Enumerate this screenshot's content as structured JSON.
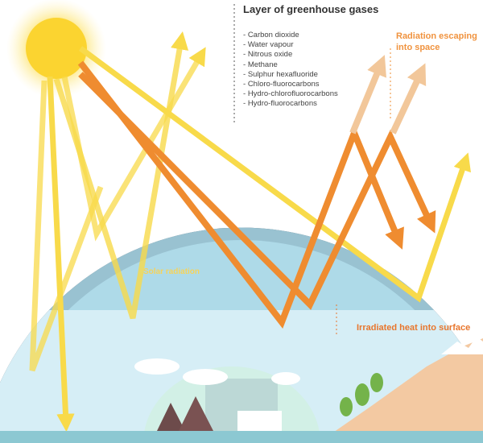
{
  "title": "Layer of greenhouse gases",
  "gases": [
    "Carbon dioxide",
    "Water vapour",
    "Nitrous oxide",
    "Methane",
    "Sulphur hexafluoride",
    "Chloro-fluorocarbons",
    "Hydro-chlorofluorocarbons",
    "Hydro-fluorocarbons"
  ],
  "labels": {
    "radiation_escaping": "Radiation escaping into space",
    "solar_radiation": "Solar radiation",
    "irradiated_heat": "Irradiated heat into surface"
  },
  "colors": {
    "sun": "#fbd430",
    "solar_ray": "#f8da4a",
    "heat_ray": "#ef8c30",
    "escaping_ray": "#f2c79a",
    "atmosphere_band": "#3f4a57",
    "sky": "#c9e7f1",
    "land": "#f3c9a2"
  }
}
